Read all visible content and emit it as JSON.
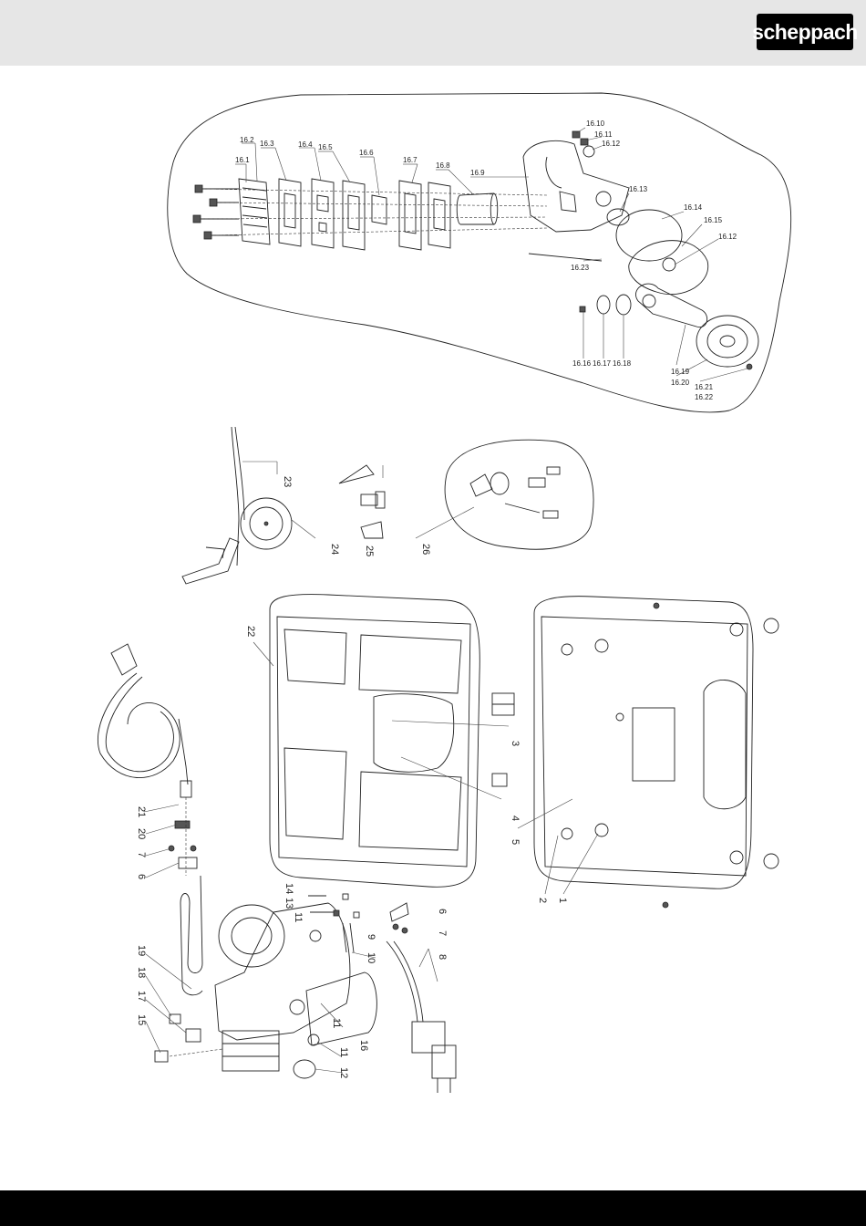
{
  "brand": {
    "logo_text": "scheppach"
  },
  "diagram": {
    "labels": {
      "p16_1": "16.1",
      "p16_2": "16.2",
      "p16_3": "16.3",
      "p16_4": "16.4",
      "p16_5": "16.5",
      "p16_6": "16.6",
      "p16_7": "16.7",
      "p16_8": "16.8",
      "p16_9": "16.9",
      "p16_10": "16.10",
      "p16_11": "16.11",
      "p16_12a": "16.12",
      "p16_13": "16.13",
      "p16_14": "16.14",
      "p16_15": "16.15",
      "p16_12b": "16.12",
      "p16_23": "16.23",
      "p16_16": "16.16",
      "p16_17": "16.17",
      "p16_18": "16.18",
      "p16_19": "16.19",
      "p16_20": "16.20",
      "p16_21": "16.21",
      "p16_22": "16.22",
      "p23": "23",
      "p24": "24",
      "p25": "25",
      "p26": "26",
      "p22": "22",
      "p3": "3",
      "p4": "4",
      "p5": "5",
      "p2": "2",
      "p1": "1",
      "p21": "21",
      "p20": "20",
      "p7a": "7",
      "p6a": "6",
      "p14": "14",
      "p13": "13",
      "p11a": "11",
      "p9": "9",
      "p10": "10",
      "p6b": "6",
      "p7b": "7",
      "p8": "8",
      "p19": "19",
      "p18": "18",
      "p17": "17",
      "p15": "15",
      "p11b": "11",
      "p11c": "11",
      "p16": "16",
      "p12": "12"
    }
  }
}
